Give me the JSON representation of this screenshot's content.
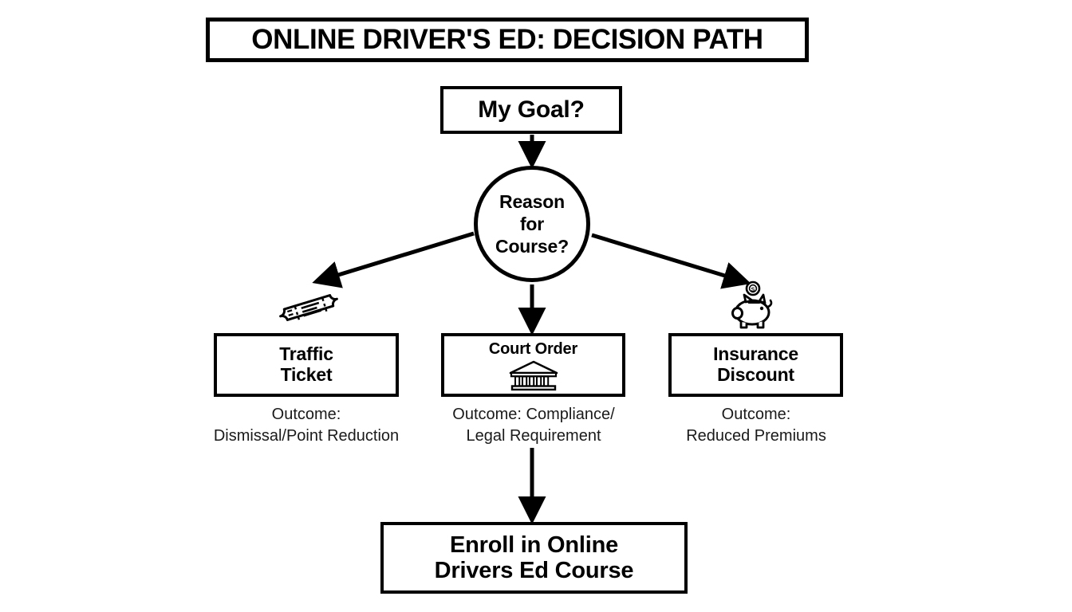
{
  "title": {
    "text": "ONLINE DRIVER'S ED: DECISION PATH"
  },
  "nodes": {
    "goal": {
      "label": "My Goal?"
    },
    "decision": {
      "line1": "Reason",
      "line2": "for",
      "line3": "Course?"
    },
    "final": {
      "line1": "Enroll in Online",
      "line2": "Drivers Ed Course"
    }
  },
  "branches": [
    {
      "id": "traffic-ticket",
      "label_line1": "Traffic",
      "label_line2": "Ticket",
      "icon": "ticket-icon",
      "icon_position": "above-box",
      "caption_line1": "Outcome:",
      "caption_line2": "Dismissal/Point Reduction"
    },
    {
      "id": "court-order",
      "label_line1": "Court Order",
      "label_line2": "",
      "icon": "courthouse-icon",
      "icon_position": "inside-box",
      "caption_line1": "Outcome: Compliance/",
      "caption_line2": "Legal Requirement"
    },
    {
      "id": "insurance-discount",
      "label_line1": "Insurance",
      "label_line2": "Discount",
      "icon": "piggy-bank-icon",
      "icon_position": "above-box",
      "caption_line1": "Outcome:",
      "caption_line2": "Reduced Premiums"
    }
  ],
  "colors": {
    "background": "#ffffff",
    "stroke": "#000000",
    "text": "#000000"
  },
  "chart_data": {
    "type": "diagram",
    "title": "ONLINE DRIVER'S ED: DECISION PATH",
    "flow": [
      {
        "from": "My Goal?",
        "to": "Reason for Course?",
        "style": "arrow-down"
      },
      {
        "from": "Reason for Course?",
        "to": "Traffic Ticket",
        "style": "arrow-diagonal-left"
      },
      {
        "from": "Reason for Course?",
        "to": "Court Order",
        "style": "arrow-down"
      },
      {
        "from": "Reason for Course?",
        "to": "Insurance Discount",
        "style": "arrow-diagonal-right"
      },
      {
        "from": "Court Order",
        "to": "Enroll in Online Drivers Ed Course",
        "style": "arrow-down"
      }
    ]
  }
}
